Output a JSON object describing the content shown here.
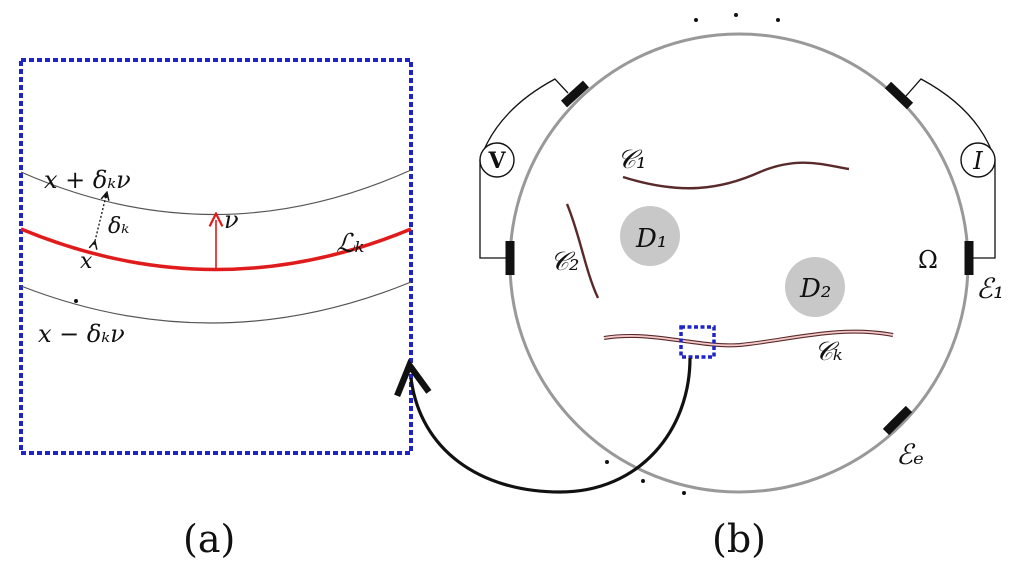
{
  "panel_a": {
    "caption": "(a)",
    "labels": {
      "upper_curve": "x + δₖν",
      "delta_k": "δₖ",
      "point_x": "x",
      "normal_nu": "ν",
      "curve_L_k": "ℒₖ",
      "lower_curve": "x − δₖν"
    },
    "colors": {
      "frame": "#1f24c8",
      "curve": "#e01b1b",
      "normal": "#e01b1b",
      "offset_curves": "#555555"
    }
  },
  "panel_b": {
    "caption": "(b)",
    "labels": {
      "voltmeter": "V",
      "current": "I",
      "omega": "Ω",
      "electrode_1": "ℰ₁",
      "electrode_E": "ℰₑ",
      "crack_1": "𝒞₁",
      "crack_2": "𝒞₂",
      "crack_k": "𝒞ₖ",
      "inclusion_1": "D₁",
      "inclusion_2": "D₂"
    },
    "colors": {
      "boundary": "#999999",
      "electrode": "#111111",
      "inclusion": "#c8c8c8",
      "crack": "#5a2a2a",
      "zoom_box": "#1f24c8"
    }
  }
}
